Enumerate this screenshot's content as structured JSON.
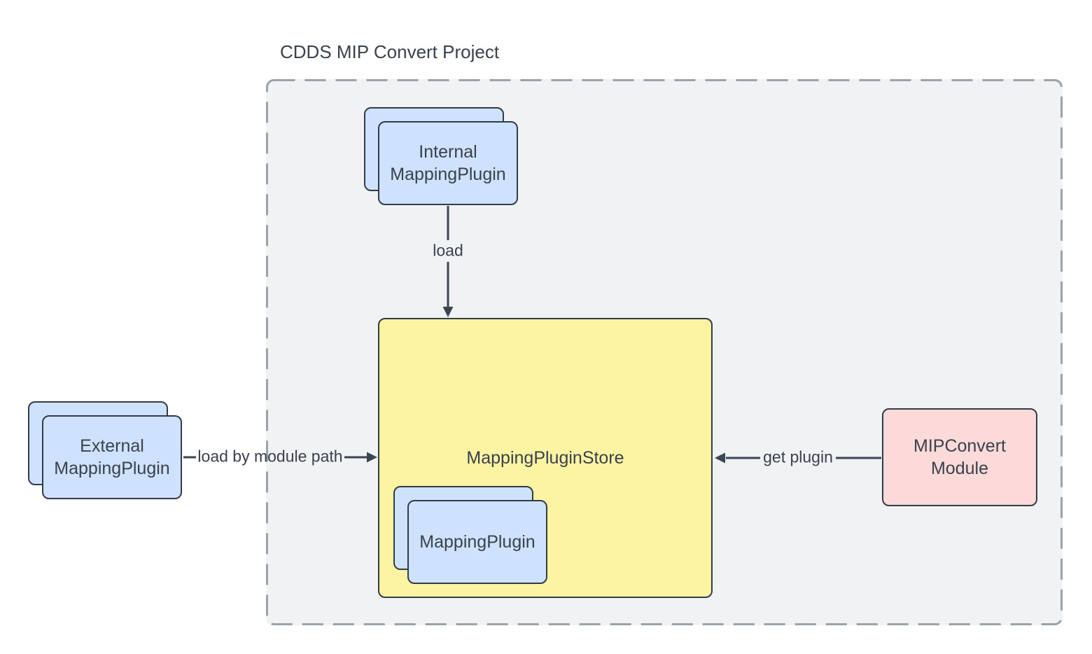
{
  "title": "CDDS MIP Convert Project",
  "nodes": {
    "internal_mapping_plugin": {
      "label": "Internal\nMappingPlugin",
      "shape": "stacked-card",
      "fill": "#cfe2fd"
    },
    "external_mapping_plugin": {
      "label": "External\nMappingPlugin",
      "shape": "stacked-card",
      "fill": "#cfe2fd"
    },
    "mapping_plugin_store": {
      "label": "MappingPluginStore",
      "shape": "rectangle",
      "fill": "#fcf4a3"
    },
    "mapping_plugin": {
      "label": "MappingPlugin",
      "shape": "stacked-card",
      "fill": "#cfe2fd"
    },
    "mipconvert_module": {
      "label": "MIPConvert\nModule",
      "shape": "rectangle",
      "fill": "#fcdada"
    }
  },
  "edges": {
    "load": {
      "label": "load",
      "from": "internal_mapping_plugin",
      "to": "mapping_plugin_store"
    },
    "load_by_module_path": {
      "label": "load by module path",
      "from": "external_mapping_plugin",
      "to": "mapping_plugin_store"
    },
    "get_plugin": {
      "label": "get plugin",
      "from": "mipconvert_module",
      "to": "mapping_plugin_store"
    }
  },
  "colors": {
    "node_blue_fill": "#cfe2fd",
    "node_yellow_fill": "#fcf4a3",
    "node_pink_fill": "#fcdada",
    "node_stroke": "#323c49",
    "boundary_fill": "#f1f2f4",
    "boundary_border": "#9aa2ab",
    "arrow": "#3c4554",
    "text": "#3a414d",
    "page_background": "#ffffff"
  }
}
